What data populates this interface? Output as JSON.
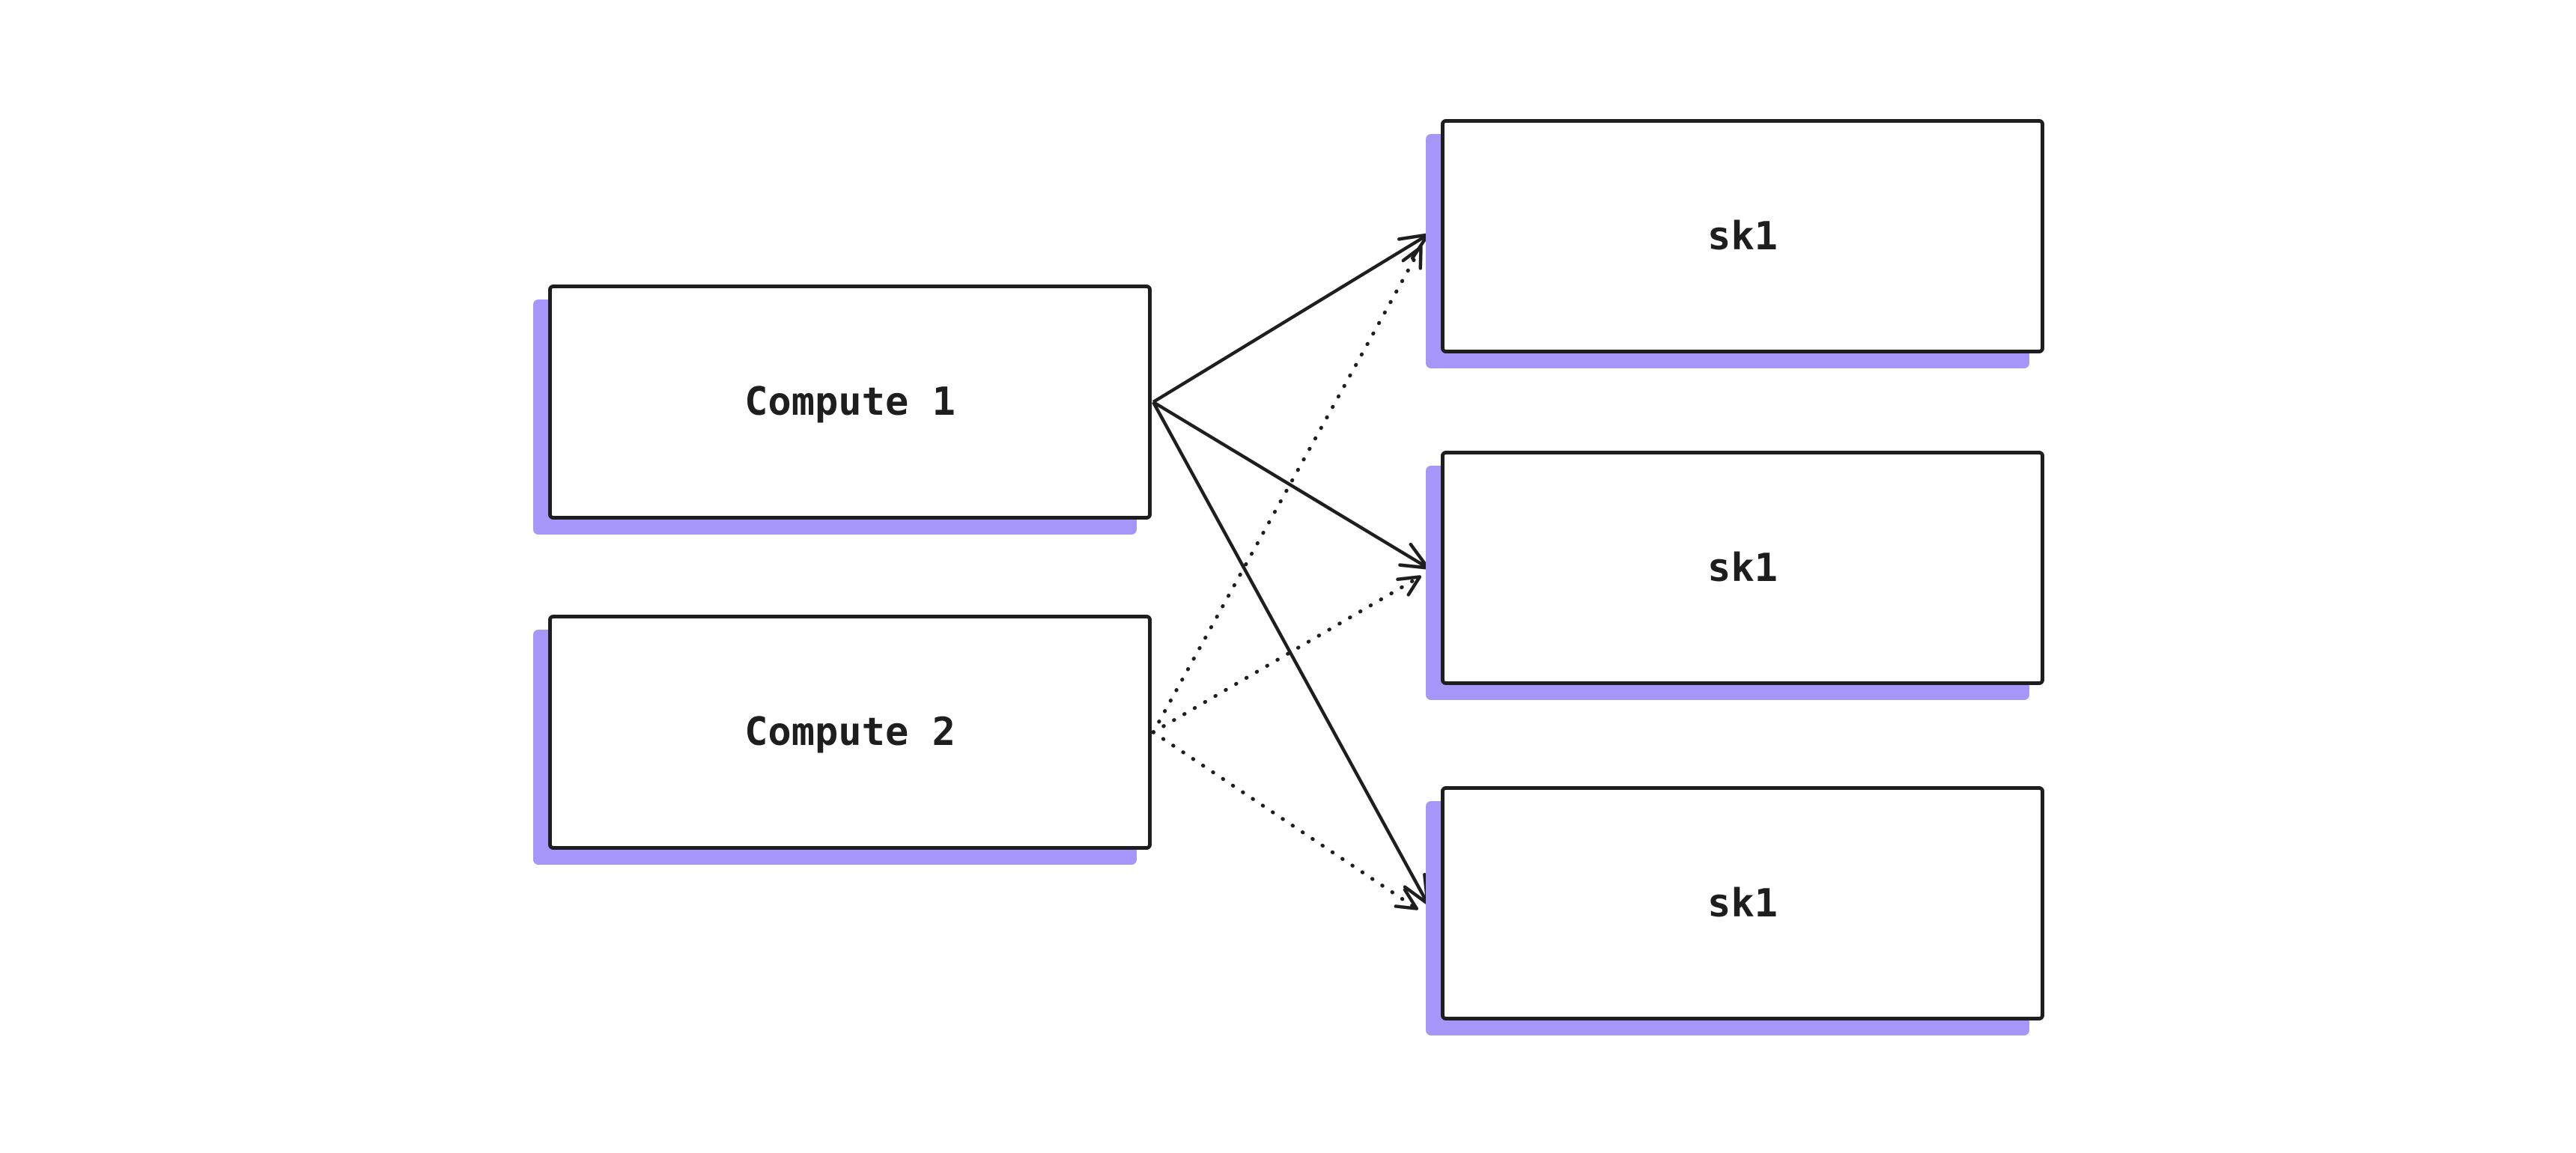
{
  "theme": {
    "background": "#ffffff",
    "stroke": "#1e1e1e",
    "shadow": "#a796fa",
    "text_color": "#1e1e1e"
  },
  "nodes": {
    "compute1": {
      "label": "Compute 1"
    },
    "compute2": {
      "label": "Compute 2"
    },
    "sk1_top": {
      "label": "sk1"
    },
    "sk1_middle": {
      "label": "sk1"
    },
    "sk1_bottom": {
      "label": "sk1"
    }
  },
  "edges": [
    {
      "from": "compute1",
      "to": "sk1_top",
      "line_style": "solid",
      "arrowhead": "open-v"
    },
    {
      "from": "compute1",
      "to": "sk1_middle",
      "line_style": "solid",
      "arrowhead": "open-v"
    },
    {
      "from": "compute1",
      "to": "sk1_bottom",
      "line_style": "solid",
      "arrowhead": "open-v"
    },
    {
      "from": "compute2",
      "to": "sk1_top",
      "line_style": "dotted",
      "arrowhead": "open-v"
    },
    {
      "from": "compute2",
      "to": "sk1_middle",
      "line_style": "dotted",
      "arrowhead": "open-v"
    },
    {
      "from": "compute2",
      "to": "sk1_bottom",
      "line_style": "dotted",
      "arrowhead": "open-v"
    }
  ]
}
